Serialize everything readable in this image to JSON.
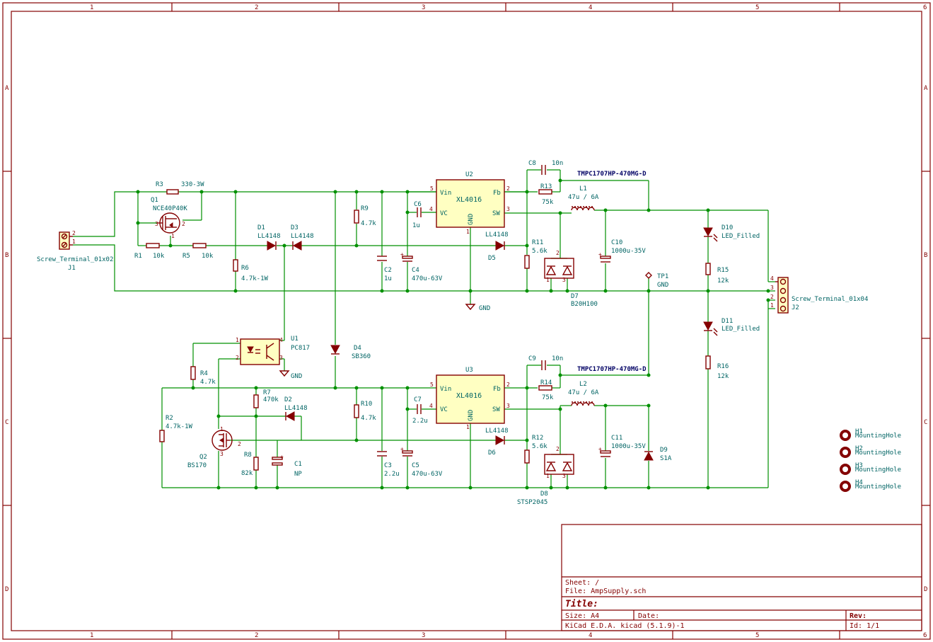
{
  "frame": {
    "columns": [
      "1",
      "2",
      "3",
      "4",
      "5",
      "6"
    ],
    "rows": [
      "A",
      "B",
      "C",
      "D"
    ]
  },
  "title_block": {
    "sheet": "Sheet: /",
    "file": "File: AmpSupply.sch",
    "title": "Title:",
    "size": "Size: A4",
    "date": "Date:",
    "rev": "Rev:",
    "tool": "KiCad E.D.A.  kicad (5.1.9)-1",
    "id": "Id: 1/1"
  },
  "components": {
    "J1": {
      "ref": "J1",
      "value": "Screw_Terminal_01x02",
      "pins": [
        "1",
        "2"
      ]
    },
    "J2": {
      "ref": "J2",
      "value": "Screw_Terminal_01x04",
      "pins": [
        "1",
        "2",
        "3",
        "4"
      ]
    },
    "R3": {
      "ref": "R3",
      "value": "330-3W"
    },
    "Q1": {
      "ref": "Q1",
      "value": "NCE40P40K",
      "pins": [
        "3",
        "1",
        "2"
      ]
    },
    "R1": {
      "ref": "R1",
      "value": "10k"
    },
    "R5": {
      "ref": "R5",
      "value": "10k"
    },
    "R6": {
      "ref": "R6",
      "value": "4.7k-1W"
    },
    "D1": {
      "ref": "D1",
      "value": "LL4148"
    },
    "D3": {
      "ref": "D3",
      "value": "LL4148"
    },
    "R9": {
      "ref": "R9",
      "value": "4.7k"
    },
    "C2": {
      "ref": "C2",
      "value": "1u"
    },
    "C4": {
      "ref": "C4",
      "value": "470u-63V"
    },
    "C6": {
      "ref": "C6",
      "value": "1u"
    },
    "U2": {
      "ref": "U2",
      "value": "XL4016",
      "pins": {
        "vin": "Vin",
        "vc": "VC",
        "fb": "Fb",
        "sw": "SW",
        "gnd": "GND"
      },
      "pin_numbers": [
        "5",
        "4",
        "2",
        "3",
        "1"
      ]
    },
    "D5": {
      "ref": "D5",
      "value": "LL4148"
    },
    "C8": {
      "ref": "C8",
      "value": "10n"
    },
    "R13": {
      "ref": "R13",
      "value": "75k"
    },
    "R11": {
      "ref": "R11",
      "value": "5.6k"
    },
    "L1": {
      "ref": "L1",
      "value": "47u / 6A"
    },
    "D7": {
      "ref": "D7",
      "value": "B20H100",
      "pins": [
        "1",
        "2",
        "3"
      ]
    },
    "C10": {
      "ref": "C10",
      "value": "1000u-35V"
    },
    "TP1": {
      "ref": "TP1",
      "value": "GND"
    },
    "D10": {
      "ref": "D10",
      "value": "LED_Filled"
    },
    "R15": {
      "ref": "R15",
      "value": "12k"
    },
    "D11": {
      "ref": "D11",
      "value": "LED_Filled"
    },
    "R16": {
      "ref": "R16",
      "value": "12k"
    },
    "U1": {
      "ref": "U1",
      "value": "PC817",
      "pins": [
        "1",
        "2",
        "3",
        "4"
      ]
    },
    "D4": {
      "ref": "D4",
      "value": "SB360"
    },
    "R4": {
      "ref": "R4",
      "value": "4.7k"
    },
    "R2": {
      "ref": "R2",
      "value": "4.7k-1W"
    },
    "R7": {
      "ref": "R7",
      "value": "470k"
    },
    "D2": {
      "ref": "D2",
      "value": "LL4148"
    },
    "Q2": {
      "ref": "Q2",
      "value": "BS170",
      "pins": [
        "1",
        "2",
        "3"
      ]
    },
    "R8": {
      "ref": "R8",
      "value": "82k"
    },
    "C1": {
      "ref": "C1",
      "value": "NP"
    },
    "R10": {
      "ref": "R10",
      "value": "4.7k"
    },
    "C3": {
      "ref": "C3",
      "value": "2.2u"
    },
    "C5": {
      "ref": "C5",
      "value": "470u-63V"
    },
    "C7": {
      "ref": "C7",
      "value": "2.2u"
    },
    "U3": {
      "ref": "U3",
      "value": "XL4016",
      "pins": {
        "vin": "Vin",
        "vc": "VC",
        "fb": "Fb",
        "sw": "SW",
        "gnd": "GND"
      },
      "pin_numbers": [
        "5",
        "4",
        "2",
        "3",
        "1"
      ]
    },
    "D6": {
      "ref": "D6",
      "value": "LL4148"
    },
    "C9": {
      "ref": "C9",
      "value": "10n"
    },
    "R14": {
      "ref": "R14",
      "value": "75k"
    },
    "R12": {
      "ref": "R12",
      "value": "5.6k"
    },
    "L2": {
      "ref": "L2",
      "value": "47u / 6A"
    },
    "D8": {
      "ref": "D8",
      "value": "STSP2045",
      "pins": [
        "1",
        "2",
        "3"
      ]
    },
    "C11": {
      "ref": "C11",
      "value": "1000u-35V"
    },
    "D9": {
      "ref": "D9",
      "value": "S1A"
    },
    "H1": {
      "ref": "H1",
      "value": "MountingHole"
    },
    "H2": {
      "ref": "H2",
      "value": "MountingHole"
    },
    "H3": {
      "ref": "H3",
      "value": "MountingHole"
    },
    "H4": {
      "ref": "H4",
      "value": "MountingHole"
    }
  },
  "net_labels": {
    "l1_part": "TMPC1707HP-470MG-D",
    "l2_part": "TMPC1707HP-470MG-D",
    "gnd_main": "GND",
    "gnd_u1": "GND"
  },
  "colors": {
    "frame": "#840000",
    "wire": "#009000",
    "reference": "#006464",
    "net_label": "#000064",
    "ic_fill": "#ffffc2"
  }
}
